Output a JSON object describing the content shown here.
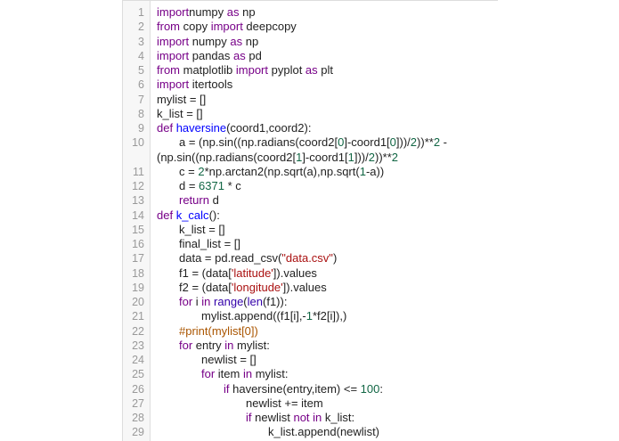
{
  "editor": {
    "colors": {
      "keyword": "#770088",
      "def": "#0000ff",
      "number": "#116644",
      "string": "#aa1111",
      "comment": "#aa5500",
      "builtin": "#3300aa"
    },
    "lines": [
      {
        "num": "1",
        "rows": [
          [
            [
              "k",
              "import"
            ],
            [
              "",
              "numpy "
            ],
            [
              "k",
              "as"
            ],
            [
              "",
              " np"
            ]
          ]
        ]
      },
      {
        "num": "2",
        "rows": [
          [
            [
              "k",
              "from"
            ],
            [
              "",
              " copy "
            ],
            [
              "k",
              "import"
            ],
            [
              "",
              " deepcopy"
            ]
          ]
        ]
      },
      {
        "num": "3",
        "rows": [
          [
            [
              "k",
              "import"
            ],
            [
              "",
              " numpy "
            ],
            [
              "k",
              "as"
            ],
            [
              "",
              " np"
            ]
          ]
        ]
      },
      {
        "num": "4",
        "rows": [
          [
            [
              "k",
              "import"
            ],
            [
              "",
              " pandas "
            ],
            [
              "k",
              "as"
            ],
            [
              "",
              " pd"
            ]
          ]
        ]
      },
      {
        "num": "5",
        "rows": [
          [
            [
              "k",
              "from"
            ],
            [
              "",
              " matplotlib "
            ],
            [
              "k",
              "import"
            ],
            [
              "",
              " pyplot "
            ],
            [
              "k",
              "as"
            ],
            [
              "",
              " plt"
            ]
          ]
        ]
      },
      {
        "num": "6",
        "rows": [
          [
            [
              "k",
              "import"
            ],
            [
              "",
              " itertools"
            ]
          ]
        ]
      },
      {
        "num": "7",
        "rows": [
          [
            [
              "",
              "mylist = []"
            ]
          ]
        ]
      },
      {
        "num": "8",
        "rows": [
          [
            [
              "",
              "k_list = []"
            ]
          ]
        ]
      },
      {
        "num": "9",
        "rows": [
          [
            [
              "k",
              "def"
            ],
            [
              "",
              " "
            ],
            [
              "d",
              "haversine"
            ],
            [
              "",
              "(coord1,coord2):"
            ]
          ]
        ]
      },
      {
        "num": "10",
        "indent": 1,
        "rows": [
          [
            [
              "",
              "a = (np.sin((np.radians(coord2["
            ],
            [
              "n",
              "0"
            ],
            [
              "",
              "]-coord1["
            ],
            [
              "n",
              "0"
            ],
            [
              "",
              "]))/"
            ],
            [
              "n",
              "2"
            ],
            [
              "",
              "))**"
            ],
            [
              "n",
              "2"
            ],
            [
              "",
              " -"
            ]
          ],
          [
            [
              "",
              "(np.sin((np.radians(coord2["
            ],
            [
              "n",
              "1"
            ],
            [
              "",
              "]-coord1["
            ],
            [
              "n",
              "1"
            ],
            [
              "",
              "]))/"
            ],
            [
              "n",
              "2"
            ],
            [
              "",
              "))**"
            ],
            [
              "n",
              "2"
            ]
          ]
        ]
      },
      {
        "num": "11",
        "indent": 1,
        "rows": [
          [
            [
              "",
              "c = "
            ],
            [
              "n",
              "2"
            ],
            [
              "",
              "*np.arctan2(np.sqrt(a),np.sqrt("
            ],
            [
              "n",
              "1"
            ],
            [
              "",
              "-a))"
            ]
          ]
        ]
      },
      {
        "num": "12",
        "indent": 1,
        "rows": [
          [
            [
              "",
              "d = "
            ],
            [
              "n",
              "6371"
            ],
            [
              "",
              " * c"
            ]
          ]
        ]
      },
      {
        "num": "13",
        "indent": 1,
        "rows": [
          [
            [
              "k",
              "return"
            ],
            [
              "",
              " d"
            ]
          ]
        ]
      },
      {
        "num": "14",
        "rows": [
          [
            [
              "k",
              "def"
            ],
            [
              "",
              " "
            ],
            [
              "d",
              "k_calc"
            ],
            [
              "",
              "():"
            ]
          ]
        ]
      },
      {
        "num": "15",
        "indent": 1,
        "rows": [
          [
            [
              "",
              "k_list = []"
            ]
          ]
        ]
      },
      {
        "num": "16",
        "indent": 1,
        "rows": [
          [
            [
              "",
              "final_list = []"
            ]
          ]
        ]
      },
      {
        "num": "17",
        "indent": 1,
        "rows": [
          [
            [
              "",
              "data = pd.read_csv("
            ],
            [
              "s",
              "\"data.csv\""
            ],
            [
              "",
              ")"
            ]
          ]
        ]
      },
      {
        "num": "18",
        "indent": 1,
        "rows": [
          [
            [
              "",
              "f1 = (data["
            ],
            [
              "s",
              "'latitude'"
            ],
            [
              "",
              "]).values"
            ]
          ]
        ]
      },
      {
        "num": "19",
        "indent": 1,
        "rows": [
          [
            [
              "",
              "f2 = (data["
            ],
            [
              "s",
              "'longitude'"
            ],
            [
              "",
              "]).values"
            ]
          ]
        ]
      },
      {
        "num": "20",
        "indent": 1,
        "rows": [
          [
            [
              "k",
              "for"
            ],
            [
              "",
              " i "
            ],
            [
              "k",
              "in"
            ],
            [
              "",
              " "
            ],
            [
              "b",
              "range"
            ],
            [
              "",
              "("
            ],
            [
              "b",
              "len"
            ],
            [
              "",
              "(f1)):"
            ]
          ]
        ]
      },
      {
        "num": "21",
        "indent": 2,
        "rows": [
          [
            [
              "",
              "mylist.append((f1[i],-"
            ],
            [
              "n",
              "1"
            ],
            [
              "",
              "*f2[i]),)"
            ]
          ]
        ]
      },
      {
        "num": "22",
        "indent": 1,
        "rows": [
          [
            [
              "c",
              "#print(mylist[0])"
            ]
          ]
        ]
      },
      {
        "num": "23",
        "indent": 1,
        "rows": [
          [
            [
              "k",
              "for"
            ],
            [
              "",
              " entry "
            ],
            [
              "k",
              "in"
            ],
            [
              "",
              " mylist:"
            ]
          ]
        ]
      },
      {
        "num": "24",
        "indent": 2,
        "rows": [
          [
            [
              "",
              "newlist = []"
            ]
          ]
        ]
      },
      {
        "num": "25",
        "indent": 2,
        "rows": [
          [
            [
              "k",
              "for"
            ],
            [
              "",
              " item "
            ],
            [
              "k",
              "in"
            ],
            [
              "",
              " mylist:"
            ]
          ]
        ]
      },
      {
        "num": "26",
        "indent": 3,
        "rows": [
          [
            [
              "k",
              "if"
            ],
            [
              "",
              " haversine(entry,item) <= "
            ],
            [
              "n",
              "100"
            ],
            [
              "",
              ":"
            ]
          ]
        ]
      },
      {
        "num": "27",
        "indent": 4,
        "rows": [
          [
            [
              "",
              "newlist += item"
            ]
          ]
        ]
      },
      {
        "num": "28",
        "indent": 4,
        "rows": [
          [
            [
              "k",
              "if"
            ],
            [
              "",
              " newlist "
            ],
            [
              "k",
              "not"
            ],
            [
              "",
              " "
            ],
            [
              "k",
              "in"
            ],
            [
              "",
              " k_list:"
            ]
          ]
        ]
      },
      {
        "num": "29",
        "indent": 5,
        "rows": [
          [
            [
              "",
              "k_list.append(newlist)"
            ]
          ]
        ]
      }
    ]
  }
}
